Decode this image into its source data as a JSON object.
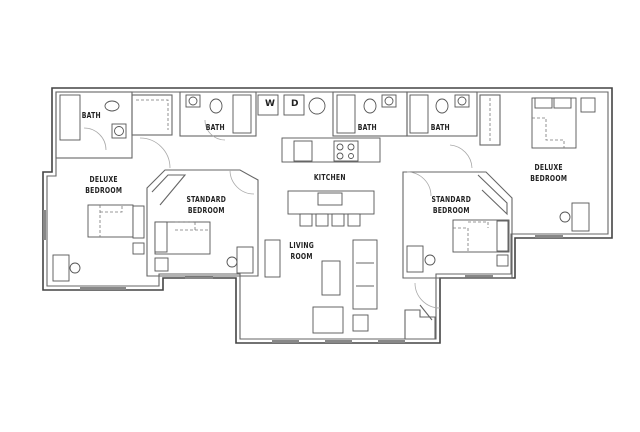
{
  "floorplan": {
    "rooms": [
      {
        "id": "bath-1",
        "label": "BATH"
      },
      {
        "id": "bath-2",
        "label": "BATH"
      },
      {
        "id": "bath-3",
        "label": "BATH"
      },
      {
        "id": "bath-4",
        "label": "BATH"
      },
      {
        "id": "deluxe-bedroom-left",
        "label_line1": "DELUXE",
        "label_line2": "BEDROOM"
      },
      {
        "id": "standard-bedroom-left",
        "label_line1": "STANDARD",
        "label_line2": "BEDROOM"
      },
      {
        "id": "kitchen",
        "label": "KITCHEN"
      },
      {
        "id": "living-room",
        "label_line1": "LIVING",
        "label_line2": "ROOM"
      },
      {
        "id": "standard-bedroom-right",
        "label_line1": "STANDARD",
        "label_line2": "BEDROOM"
      },
      {
        "id": "deluxe-bedroom-right",
        "label_line1": "DELUXE",
        "label_line2": "BEDROOM"
      }
    ],
    "appliances": {
      "washer": "W",
      "dryer": "D"
    },
    "colors": {
      "wall": "#444444",
      "window": "#888888",
      "background": "#ffffff"
    }
  }
}
